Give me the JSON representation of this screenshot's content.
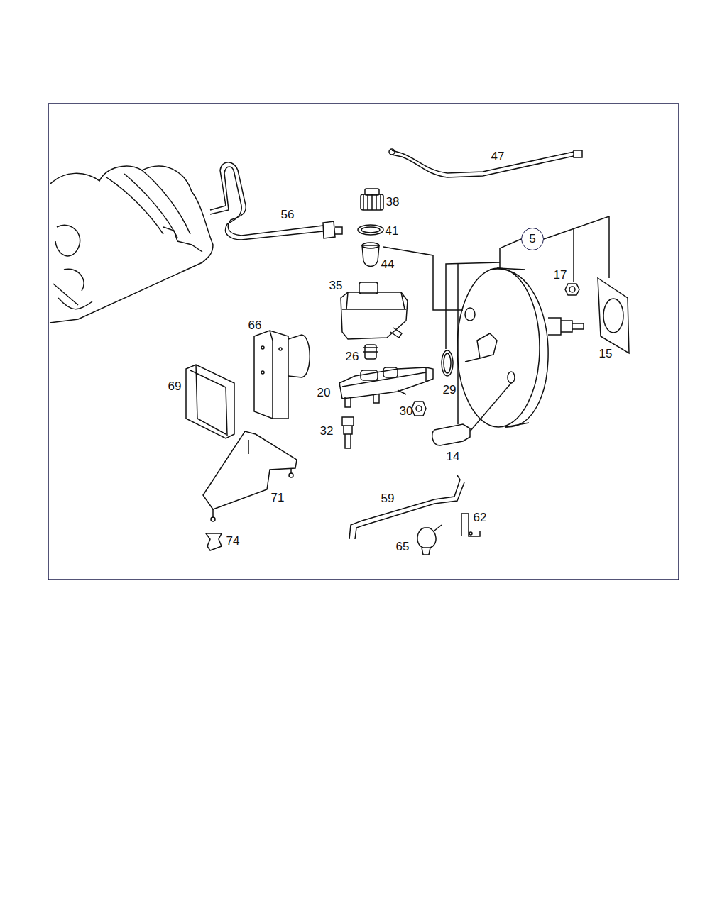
{
  "diagram": {
    "nodes": [
      {
        "text": [
          "5"
        ]
      }
    ],
    "labels": [
      "47",
      "38",
      "56",
      "41",
      "44",
      "35",
      "17",
      "66",
      "15",
      "26",
      "69",
      "20",
      "29",
      "30",
      "32",
      "14",
      "71",
      "59",
      "62",
      "65",
      "74"
    ]
  }
}
